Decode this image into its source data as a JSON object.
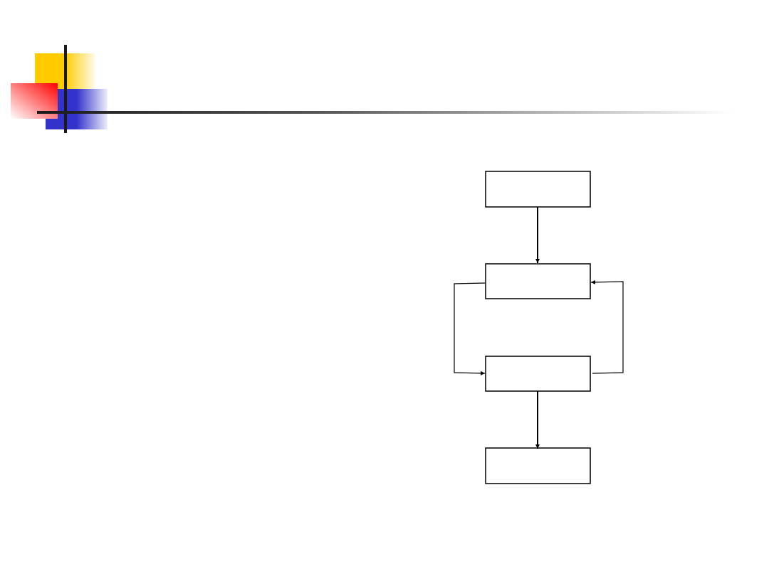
{
  "slide": {
    "decoration": {
      "colors": {
        "yellow": "#FFCC00",
        "red": "#FF0000",
        "blue": "#3333CC",
        "bar": "#1a1a1a"
      }
    },
    "flowchart": {
      "boxes": [
        {
          "id": "box-1",
          "label": ""
        },
        {
          "id": "box-2",
          "label": ""
        },
        {
          "id": "box-3",
          "label": ""
        },
        {
          "id": "box-4",
          "label": ""
        }
      ],
      "edges": [
        {
          "from": "box-1",
          "to": "box-2"
        },
        {
          "from": "box-2",
          "to": "box-3",
          "route": "left-loop"
        },
        {
          "from": "box-3",
          "to": "box-2",
          "route": "right-loop"
        },
        {
          "from": "box-3",
          "to": "box-4"
        }
      ]
    }
  }
}
